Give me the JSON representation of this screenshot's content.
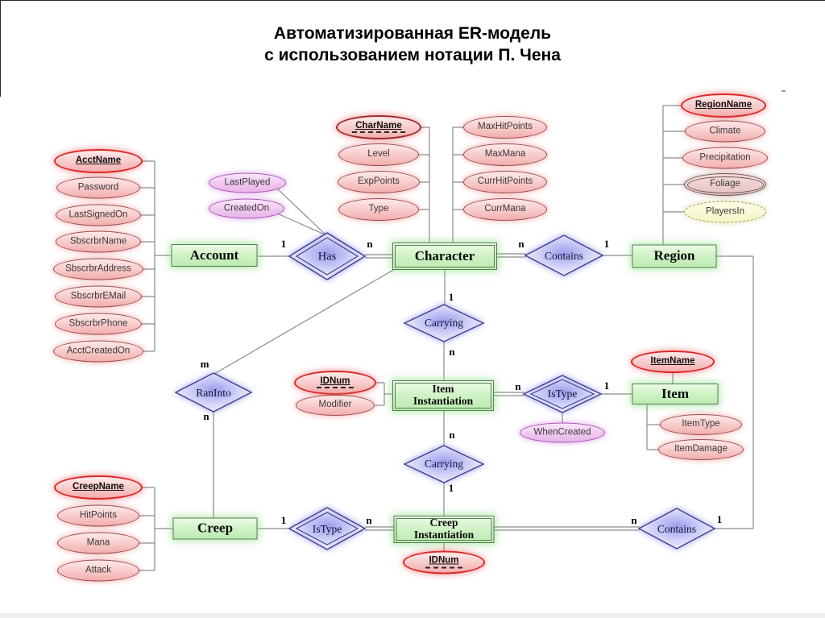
{
  "title": {
    "line1": "Автоматизированная ER-модель",
    "line2": "с использованием нотации П. Чена"
  },
  "entities": {
    "account": "Account",
    "character": "Character",
    "region": "Region",
    "item_instantiation": "Item\nInstantiation",
    "item": "Item",
    "creep": "Creep",
    "creep_instantiation": "Creep\nInstantiation"
  },
  "relationships": {
    "has": "Has",
    "contains_region": "Contains",
    "carrying_character": "Carrying",
    "ran_into": "RanInto",
    "istype_item": "IsType",
    "carrying_creep": "Carrying",
    "istype_creep": "IsType",
    "contains_creep": "Contains"
  },
  "attributes": {
    "account": {
      "acct_name": "AcctName",
      "password": "Password",
      "last_signed_on": "LastSignedOn",
      "sbscrbr_name": "SbscrbrName",
      "sbscrbr_address": "SbscrbrAddress",
      "sbscrbr_email": "SbscrbrEMail",
      "sbscrbr_phone": "SbscrbrPhone",
      "acct_created_on": "AcctCreatedOn"
    },
    "has_rel": {
      "last_played": "LastPlayed",
      "created_on": "CreatedOn"
    },
    "character": {
      "char_name": "CharName",
      "level": "Level",
      "exp_points": "ExpPoints",
      "type": "Type",
      "max_hit_points": "MaxHitPoints",
      "max_mana": "MaxMana",
      "curr_hit_points": "CurrHitPoints",
      "curr_mana": "CurrMana"
    },
    "region": {
      "region_name": "RegionName",
      "climate": "Climate",
      "precipitation": "Precipitation",
      "foliage": "Foliage",
      "players_in": "PlayersIn"
    },
    "item_instantiation": {
      "id_num": "IDNum",
      "modifier": "Modifier"
    },
    "istype_rel": {
      "when_created": "WhenCreated"
    },
    "item": {
      "item_name": "ItemName",
      "item_type": "ItemType",
      "item_damage": "ItemDamage"
    },
    "creep": {
      "creep_name": "CreepName",
      "hit_points": "HitPoints",
      "mana": "Mana",
      "attack": "Attack"
    },
    "creep_instantiation": {
      "id_num": "IDNum"
    }
  },
  "cardinalities": {
    "has_account": "1",
    "has_character": "n",
    "contains_character": "n",
    "contains_region": "1",
    "carrying_character": "1",
    "carrying_item_inst": "n",
    "ran_into_character": "m",
    "ran_into_creep": "n",
    "istype_item_inst": "n",
    "istype_item": "1",
    "carrying_item_inst2": "n",
    "carrying_creep_inst": "1",
    "istype_creep": "1",
    "istype_creep_inst": "n",
    "contains_creep_inst": "n",
    "contains_region2": "1"
  },
  "colors": {
    "entity_fill": "#cff2c5",
    "entity_border": "#577d55",
    "attribute_fill": "#f8c9c9",
    "attribute_border": "#9c4a4a",
    "key_border": "#dd2626",
    "relationship_fill": "#b9b9f0",
    "relationship_border": "#3c3c8e",
    "rel_attribute_fill": "#efc5ef",
    "rel_attribute_border": "#a855b8",
    "derived_fill": "#f5f5c6",
    "line": "#8a8a8a"
  }
}
